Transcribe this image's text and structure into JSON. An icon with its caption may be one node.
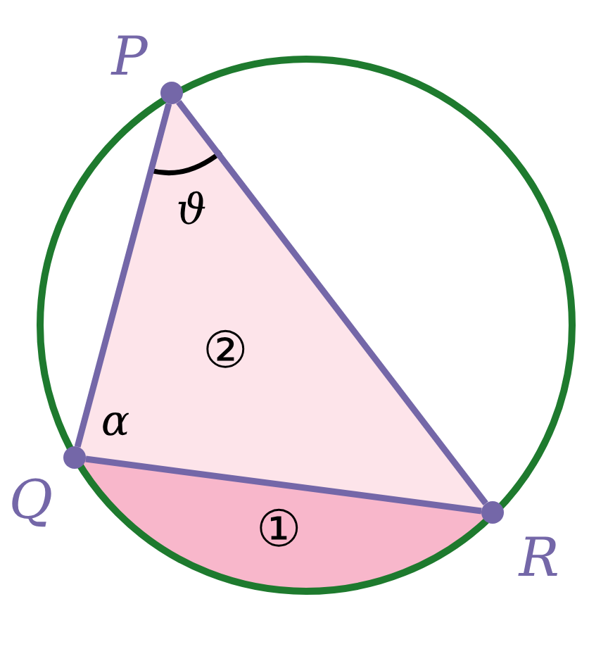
{
  "diagram": {
    "nodes": [
      {
        "text": [],
        "shape": "circle",
        "beside": [
          "P"
        ]
      },
      {
        "text": [],
        "shape": "circle",
        "beside": [
          "Q"
        ]
      },
      {
        "text": [],
        "shape": "circle",
        "beside": [
          "R"
        ]
      }
    ],
    "edges": [
      {
        "from": 0,
        "to": 1,
        "arrow": "none"
      },
      {
        "from": 1,
        "to": 2,
        "arrow": "none"
      },
      {
        "from": 2,
        "to": 0,
        "arrow": "none"
      }
    ],
    "labels": [
      "ϑ",
      "②",
      "α",
      "①"
    ]
  }
}
